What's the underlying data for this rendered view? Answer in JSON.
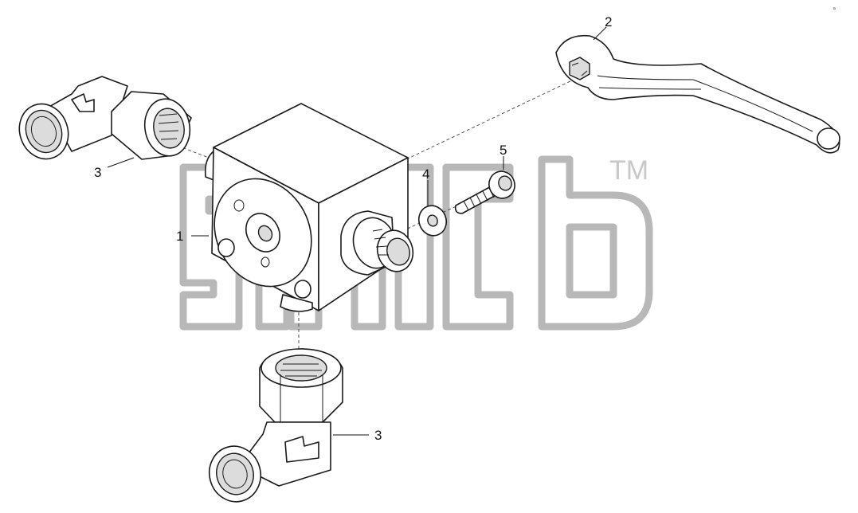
{
  "reference_code": "a",
  "callouts": [
    {
      "id": "1",
      "label": "1"
    },
    {
      "id": "2",
      "label": "2"
    },
    {
      "id": "3a",
      "label": "3"
    },
    {
      "id": "3b",
      "label": "3"
    },
    {
      "id": "4",
      "label": "4"
    },
    {
      "id": "5",
      "label": "5"
    }
  ],
  "watermark": {
    "logo": "sma-logo-watermark",
    "trademark": "TM"
  }
}
